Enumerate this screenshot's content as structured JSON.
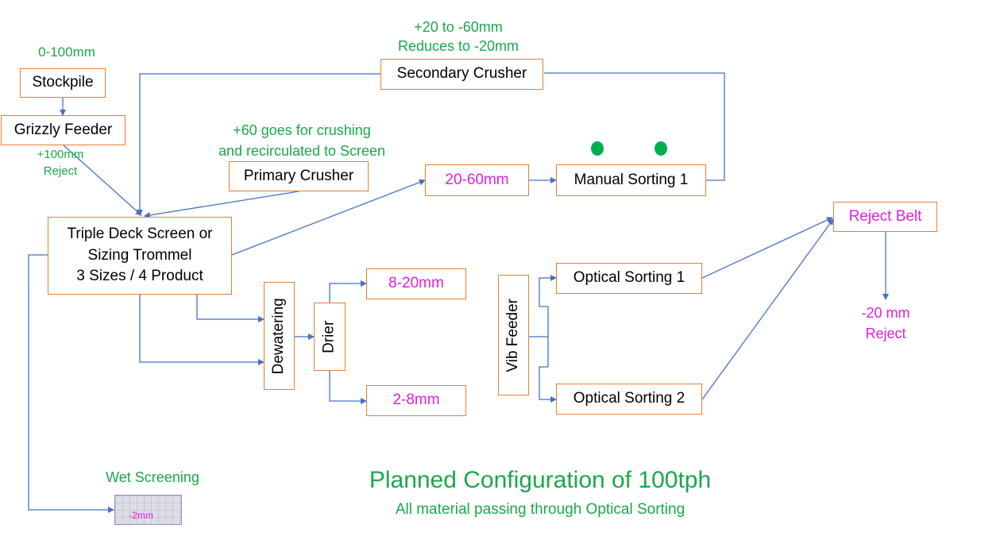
{
  "labels": {
    "stockpile_size": "0-100mm",
    "grizzly_reject_1": "+100mm",
    "grizzly_reject_2": "Reject",
    "crusher_note_1": "+60 goes for crushing",
    "crusher_note_2": "and recirculated to Screen",
    "secondary_note_1": "+20 to -60mm",
    "secondary_note_2": "Reduces to -20mm",
    "reject_size_1": "-20 mm",
    "reject_size_2": "Reject",
    "wet_screening": "Wet Screening",
    "wet_size": "-2mm"
  },
  "nodes": {
    "stockpile": "Stockpile",
    "grizzly_feeder": "Grizzly Feeder",
    "primary_crusher": "Primary Crusher",
    "secondary_crusher": "Secondary Crusher",
    "screen_line1": "Triple Deck Screen or",
    "screen_line2": "Sizing Trommel",
    "screen_line3": "3 Sizes / 4 Product",
    "product_20_60": "20-60mm",
    "manual_sorting": "Manual Sorting 1",
    "dewatering": "Dewatering",
    "drier": "Drier",
    "product_8_20": "8-20mm",
    "product_2_8": "2-8mm",
    "vib_feeder": "Vib Feeder",
    "optical_sorting_1": "Optical Sorting 1",
    "optical_sorting_2": "Optical Sorting 2",
    "reject_belt": "Reject Belt"
  },
  "footer": {
    "title": "Planned Configuration of 100tph",
    "subtitle": "All material passing through Optical Sorting"
  },
  "colors": {
    "box_border": "#ed7d31",
    "arrow": "#4472c4",
    "green_text": "#1aa84a",
    "magenta_text": "#e020e0",
    "dot": "#00b050"
  }
}
